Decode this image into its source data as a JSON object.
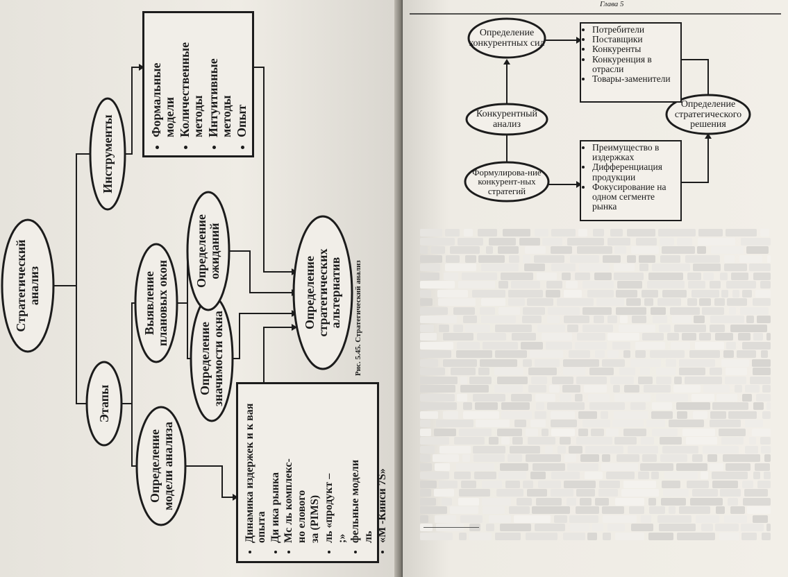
{
  "left_page": {
    "caption": "Рис. 5.45. Стратегический анализ",
    "nodes": {
      "strategic_analysis": "Стратегический анализ",
      "instruments": "Инструменты",
      "stages": "Этапы",
      "model_definition": "Определение модели анализа",
      "plan_windows": "Выявление плановых окон",
      "window_significance": "Определение значимости окна",
      "expectations": "Определение ожиданий",
      "alternatives": "Определение стратегических альтернатив"
    },
    "instruments_list": [
      "Формальные модели",
      "Количественные методы",
      "Интуитивные методы",
      "Опыт"
    ],
    "models_list": [
      "Динамика издержек и к    вая опыта",
      "Ди    ика рынка",
      "Мс    ль комплекс-",
      "но        елового",
      "         за (PIMS)",
      "        ль «продукт –",
      "        ;»",
      "        фельные модели",
      "        ль",
      "«М     -Кинси 7S»"
    ]
  },
  "right_page": {
    "header": "Глава 5",
    "nodes": {
      "competitive_forces": "Определение конкурентных сил",
      "competitive_analysis": "Конкурентный анализ",
      "formulation": "Формулирова-ние конкурент-ных стратегий",
      "strategic_decision": "Определение стратегического решения"
    },
    "forces_list": [
      "Потребители",
      "Поставщики",
      "Конкуренты",
      "Конкуренция в отрасли",
      "Товары-заменители"
    ],
    "strategies_list": [
      "Преимущество в издержках",
      "Дифференциация продукции",
      "Фокусирование на одном сегменте рынка"
    ]
  }
}
